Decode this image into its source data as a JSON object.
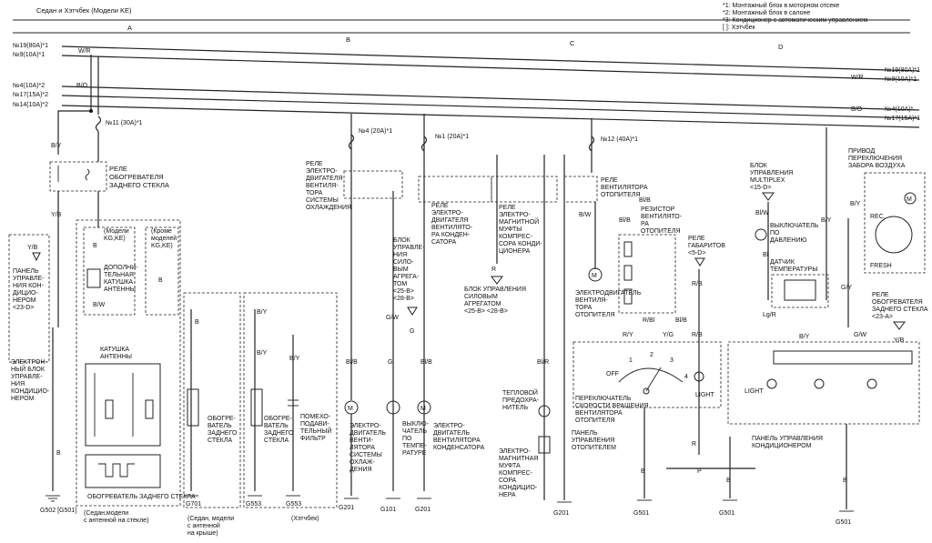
{
  "header": {
    "title": "Седан и Хэтчбек (Модели KE)",
    "zones": [
      "A",
      "B",
      "C",
      "D"
    ],
    "notes": [
      "*1: Монтажный блок в моторном отсеке",
      "*2: Монтажный блок в салоне",
      "*3: Кондиционер с автоматическим управлением",
      "[ ]: Хэтчбек"
    ]
  },
  "feeds": {
    "left": [
      "№19(80A)*1",
      "№9(10A)*1",
      "№4(10A)*2",
      "№17(15A)*2",
      "№14(10A)*2"
    ],
    "right": [
      "№19(80A)*1",
      "№9(10A)*1",
      "№4(10A)*",
      "№17(15A)*1"
    ],
    "wire_colors": [
      "W/R",
      "B/O",
      "W/R",
      "B/O"
    ]
  },
  "fuses": [
    "№11 (30A)*1",
    "№4 (20A)*1",
    "№1 (20A)*1",
    "№12 (40A)*1"
  ],
  "components": {
    "rear_defrost_relay": "РЕЛЕ ОБОГРЕВАТЕЛЯ ЗАДНЕГО СТЕКЛА",
    "ac_control_unit": "ЭЛЕКТРОННЫЙ БЛОК УПРАВЛЕНИЯ КОНДИЦИОНЕРОМ",
    "ac_panel_left": "ПАНЕЛЬ УПРАВЛЕНИЯ КОНДИЦИОНЕРОМ <23-D>",
    "models_kg_ke": "(Модели KG,KE)",
    "except_models": "(Кроме моделей KG,KE)",
    "extra_coil": "ДОПОЛНИТЕЛЬНАЯ КАТУШКА АНТЕННЫ",
    "antenna_coil": "КАТУШКА АНТЕННЫ",
    "rear_defroster": "ОБОГРЕВАТЕЛЬ ЗАДНЕГО СТЕКЛА",
    "rear_defroster_2": "ОБОГРЕВАТЕЛЬ ЗАДНЕГО СТЕКЛА",
    "rear_defroster_3": "ОБОГРЕВАТЕЛЬ ЗАДНЕГО СТЕКЛА",
    "noise_filter": "ПОМЕХОПОДАВИТЕЛЬНЫЙ ФИЛЬТР",
    "sedan_note": "(Седан, модели с антенной на стекле)",
    "sedan_roof": "(Седан, модели с антенной на крыше)",
    "hatchback": "(Хэтчбек)",
    "cooling_fan_relay": "РЕЛЕ ЭЛЕКТРОДВИГАТЕЛЯ ВЕНТИЛЯТОРА СИСТЕМЫ ОХЛАЖДЕНИЯ",
    "condenser_fan_relay": "РЕЛЕ ЭЛЕКТРОДВИГАТЕЛЯ ВЕНТИЛЯТОРА КОНДЕНСАТОРА",
    "clutch_relay": "РЕЛЕ ЭЛЕКТРОМАГНИТНОЙ МУФТЫ КОМПРЕССОРА КОНДИЦИОНЕРА",
    "pcm": "БЛОК УПРАВЛЕНИЯ СИЛОВЫМ АГРЕГАТОМ <25-B> <28-B>",
    "pcm_2": "БЛОК УПРАВЛЕНИЯ СИЛОВЫМ АГРЕГАТОМ <25-B> <28-B>",
    "cooling_fan_motor": "ЭЛЕКТРОДВИГАТЕЛЬ ВЕНТИЛЯТОРА СИСТЕМЫ ОХЛАЖДЕНИЯ",
    "temp_switch": "ВЫКЛЮЧАТЕЛЬ ПО ТЕМПЕРАТУРЕ",
    "condenser_fan_motor": "ЭЛЕКТРОДВИГАТЕЛЬ ВЕНТИЛЯТОРА КОНДЕНСАТОРА",
    "thermal_fuse": "ТЕПЛОВОЙ ПРЕДОХРАНИТЕЛЬ",
    "compressor_clutch": "ЭЛЕКТРОМАГНИТНАЯ МУФТА КОМПРЕССОРА КОНДИЦИОНЕРА",
    "heater_fan_relay": "РЕЛЕ ВЕНТИЛЯТОРА ОТОПИТЕЛЯ",
    "heater_resistor": "РЕЗИСТОР ВЕНТИЛЯТОРА ОТОПИТЕЛЯ",
    "heater_fan_motor": "ЭЛЕКТРОДВИГАТЕЛЬ ВЕНТИЛЯТОРА ОТОПИТЕЛЯ",
    "fan_speed_switch": "ПЕРЕКЛЮЧАТЕЛЬ СКОРОСТИ ВРАЩЕНИЯ ВЕНТИЛЯТОРА ОТОПИТЕЛЯ",
    "heater_panel": "ПАНЕЛЬ УПРАВЛЕНИЯ ОТОПИТЕЛЕМ",
    "parking_light_relay": "РЕЛЕ ГАБАРИТОВ <5-D>",
    "multiplex_unit": "БЛОК УПРАВЛЕНИЯ MULTIPLEX <15-D>",
    "pressure_switch": "ВЫКЛЮЧАТЕЛЬ ПО ДАВЛЕНИЮ",
    "temp_sensor": "ДАТЧИК ТЕМПЕРАТУРЫ",
    "recirc_actuator": "ПРИВОД ПЕРЕКЛЮЧЕНИЯ ЗАБОРА ВОЗДУХА",
    "rear_defrost_relay_2": "РЕЛЕ ОБОГРЕВАТЕЛЯ ЗАДНЕГО СТЕКЛА <23-A>",
    "ac_panel_right": "ПАНЕЛЬ УПРАВЛЕНИЯ КОНДИЦИОНЕРОМ",
    "rec": "REC.",
    "fresh": "FRESH",
    "light": "LIGHT",
    "off": "OFF"
  },
  "grounds": [
    "G502 [G501]",
    "G701",
    "G553",
    "G553",
    "G201",
    "G101",
    "G201",
    "G201",
    "G501",
    "G501",
    "G501"
  ],
  "wire_labels": [
    "B/Y",
    "Y/B",
    "B",
    "B/W",
    "Bl/B",
    "G/W",
    "G",
    "Bl/R",
    "R",
    "Y/G",
    "Bl/W",
    "Bl/B",
    "R/Y",
    "R/B",
    "Bl/B",
    "Bl",
    "Lg/R",
    "G/Y",
    "B/Y",
    "G/W",
    "Y/B",
    "P"
  ],
  "speed_positions": [
    "1",
    "2",
    "3",
    "4"
  ]
}
